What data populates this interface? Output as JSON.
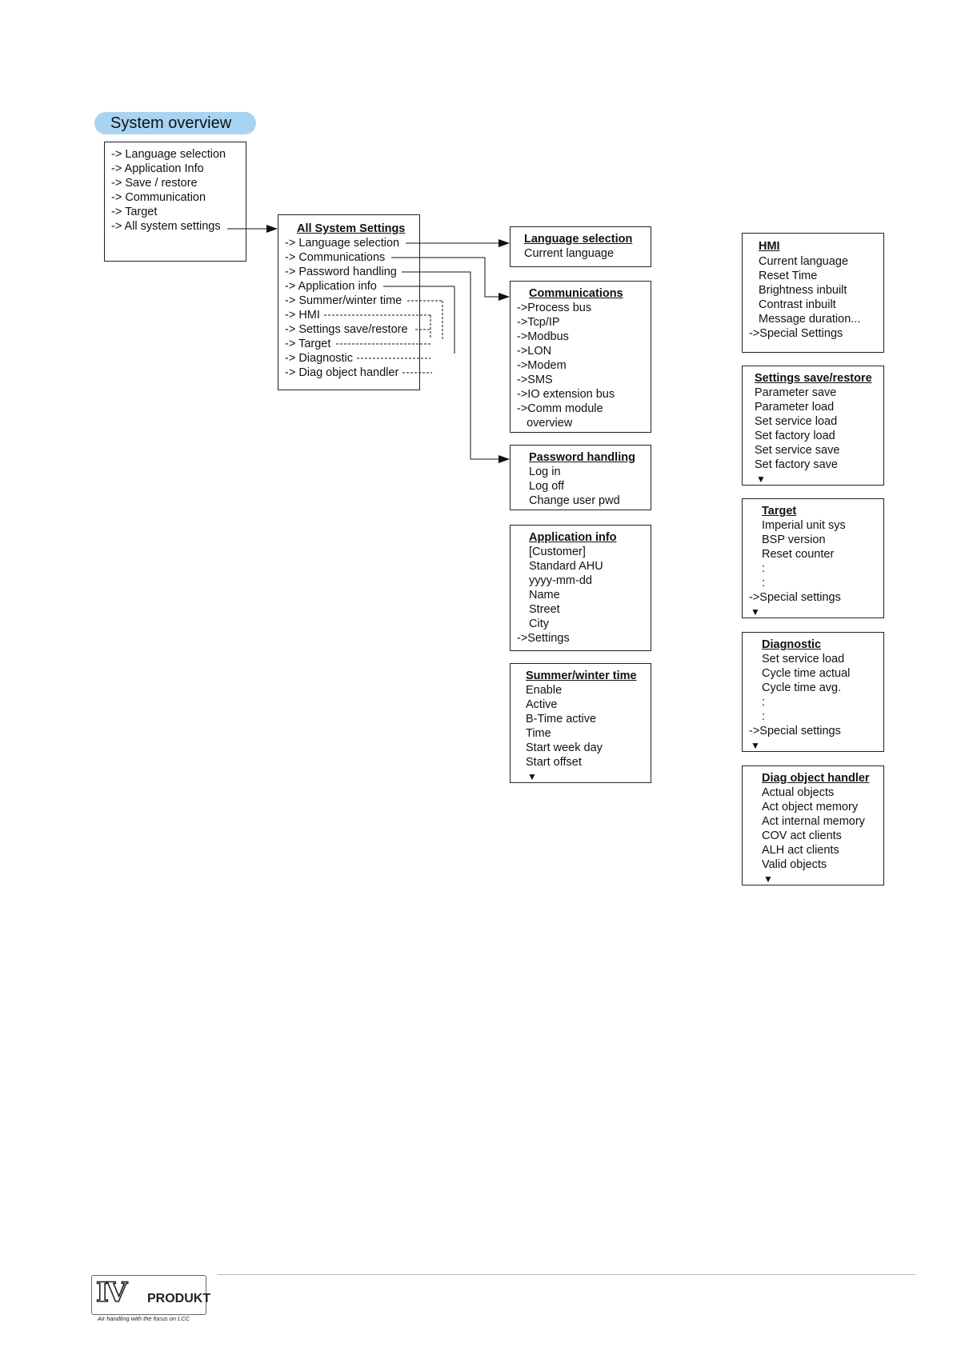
{
  "title": "System overview",
  "overview_items": [
    "-> Language selection",
    "-> Application Info",
    "-> Save / restore",
    "-> Communication",
    "-> Target",
    "-> All system settings"
  ],
  "all_settings": {
    "header": "All System Settings",
    "items": [
      "-> Language selection",
      "-> Communications",
      "-> Password handling",
      "-> Application info",
      "-> Summer/winter time",
      "-> HMI",
      "-> Settings save/restore",
      "-> Target",
      "-> Diagnostic",
      "-> Diag object handler"
    ]
  },
  "boxes": {
    "language": {
      "header": "Language selection",
      "items": [
        "Current language"
      ]
    },
    "communications": {
      "header": "Communications",
      "items": [
        "->Process bus",
        "->Tcp/IP",
        "->Modbus",
        "->LON",
        "->Modem",
        "->SMS",
        "->IO extension bus",
        "->Comm module",
        "   overview"
      ]
    },
    "password": {
      "header": "Password handling",
      "items": [
        "Log in",
        "Log off",
        "Change user pwd"
      ]
    },
    "appinfo": {
      "header": "Application info",
      "items": [
        "[Customer]",
        "Standard AHU",
        "yyyy-mm-dd",
        "Name",
        "Street",
        "City",
        "->Settings"
      ]
    },
    "summer": {
      "header": "Summer/winter time",
      "items": [
        "Enable",
        "Active",
        "B-Time active",
        "Time",
        "Start week day",
        "Start offset",
        "▼"
      ]
    },
    "hmi": {
      "header": "HMI",
      "items": [
        "Current language",
        "Reset Time",
        "Brightness inbuilt",
        "Contrast inbuilt",
        "Message duration...",
        "->Special Settings"
      ]
    },
    "saverestore": {
      "header": "Settings save/restore",
      "items": [
        "Parameter save",
        "Parameter load",
        "Set service load",
        "Set factory load",
        "Set service save",
        "Set factory save",
        "▼"
      ]
    },
    "target": {
      "header": "Target",
      "items": [
        "Imperial unit sys",
        "BSP version",
        "Reset counter",
        ":",
        ":",
        "->Special settings",
        "▼"
      ]
    },
    "diagnostic": {
      "header": "Diagnostic",
      "items": [
        "Set service load",
        "Cycle time actual",
        "Cycle time avg.",
        ":",
        ":",
        "->Special settings",
        "▼"
      ]
    },
    "diagobj": {
      "header": "Diag object handler",
      "items": [
        "Actual objects",
        "Act object memory",
        "Act internal memory",
        "COV act clients",
        "ALH act clients",
        "Valid objects",
        "▼"
      ]
    }
  },
  "logo": {
    "brand": "PRODUKT",
    "tagline": "Air handling with the focus on LCC"
  }
}
